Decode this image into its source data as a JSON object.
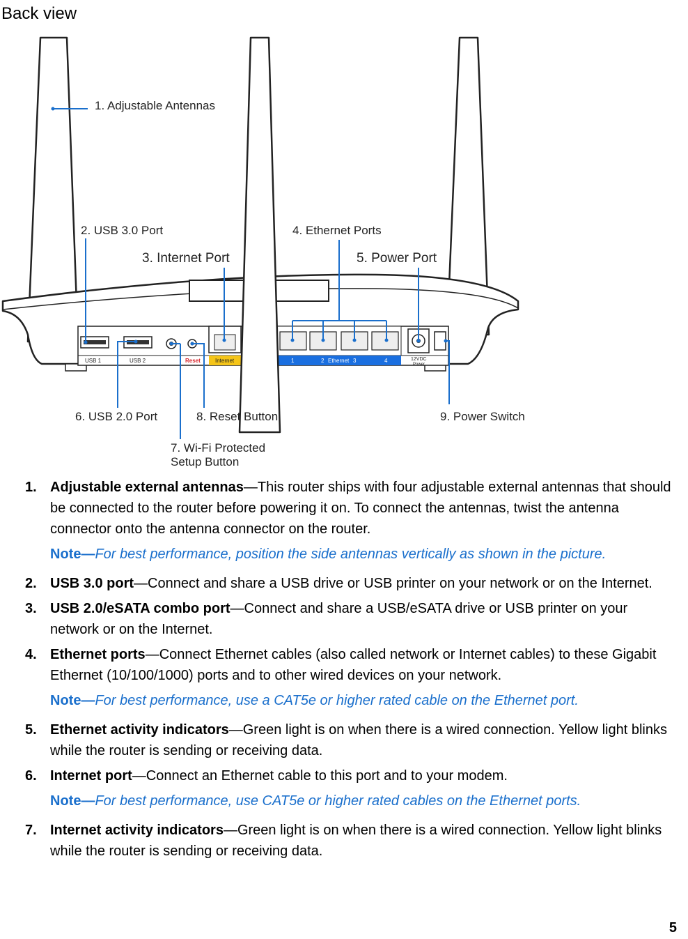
{
  "heading": "Back view",
  "callouts": {
    "c1": "1. Adjustable Antennas",
    "c2": "2. USB 3.0 Port",
    "c3": "3. Internet Port",
    "c4": "4. Ethernet Ports",
    "c5": "5. Power Port",
    "c6": "6. USB 2.0 Port",
    "c7a": "7. Wi-Fi Protected",
    "c7b": "Setup Button",
    "c8": "8. Reset Button",
    "c9": "9. Power Switch"
  },
  "panel_labels": {
    "usb1": "USB 1",
    "usb2": "USB 2",
    "reset": "Reset",
    "internet": "Internet",
    "eth1": "1",
    "eth2": "2",
    "eth_word": "Ethernet",
    "eth3": "3",
    "eth4": "4",
    "power_v": "12VDC",
    "power_w": "Power"
  },
  "colors": {
    "internet_strip": "#f5c518",
    "ethernet_strip": "#1a6fe0",
    "reset_text": "#d8262c",
    "callout_line": "#1a6fcc",
    "note_text": "#1a6fcc"
  },
  "items": [
    {
      "num": "1.",
      "title": "Adjustable external antennas",
      "text": "—This router ships with four adjustable external antennas that should be connected to the router before powering it on. To connect the antennas, twist the antenna connector onto the antenna connector on the router."
    },
    {
      "num": "2.",
      "title": "USB 3.0 port",
      "text": "—Connect and share a USB drive or USB printer on your network or on the Internet."
    },
    {
      "num": "3.",
      "title": "USB 2.0/eSATA combo port",
      "text": "—Connect and share a USB/eSATA drive or USB printer on your network or on the Internet."
    },
    {
      "num": "4.",
      "title": "Ethernet ports",
      "text": "—Connect Ethernet cables (also called network or Internet cables) to these Gigabit Ethernet (10/100/1000) ports and to other wired devices on your network."
    },
    {
      "num": "5.",
      "title": "Ethernet activity indicators",
      "text": "—Green light is on when there is a wired connection. Yellow light blinks while the router is sending or receiving data."
    },
    {
      "num": "6.",
      "title": "Internet port",
      "text": "—Connect an Ethernet cable to this port and to your modem."
    },
    {
      "num": "7.",
      "title": "Internet activity indicators",
      "text": "—Green light is on when there is a wired connection. Yellow light blinks while the router is sending or receiving data."
    }
  ],
  "notes": {
    "n1": {
      "label": "Note—",
      "text": "For best performance, position the side antennas vertically as shown in the picture."
    },
    "n4": {
      "label": "Note—",
      "text": "For best performance, use a CAT5e or higher rated cable on the Ethernet port."
    },
    "n6": {
      "label": "Note—",
      "text": "For best performance, use CAT5e or higher rated cables on the Ethernet ports."
    }
  },
  "page_number": "5"
}
